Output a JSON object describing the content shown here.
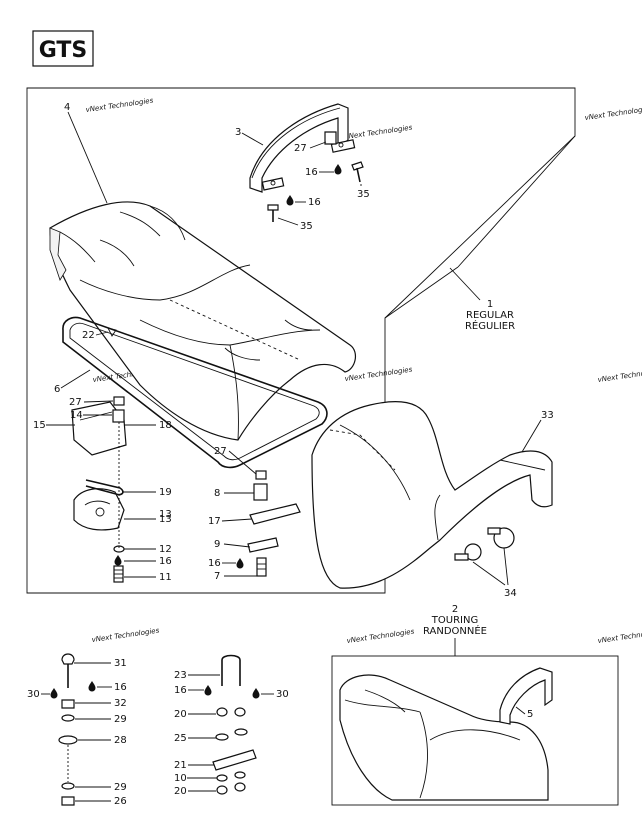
{
  "model_badge": "GTS",
  "watermark": "vNext Technologies",
  "callouts": {
    "c1": "1",
    "c1_l1": "REGULAR",
    "c1_l2": "RÉGULIER",
    "c2": "2",
    "c2_l1": "TOURING",
    "c2_l2": "RANDONNÉE",
    "c3": "3",
    "c4": "4",
    "c5": "5",
    "c6": "6",
    "c7": "7",
    "c8": "8",
    "c9": "9",
    "c10": "10",
    "c11": "11",
    "c12": "12",
    "c13a": "13",
    "c13b": "13",
    "c14": "14",
    "c15": "15",
    "c16a": "16",
    "c16b": "16",
    "c16c": "16",
    "c16d": "16",
    "c16e": "16",
    "c16f": "16",
    "c17": "17",
    "c18": "18",
    "c19": "19",
    "c20a": "20",
    "c20b": "20",
    "c21": "21",
    "c22": "22",
    "c23": "23",
    "c25": "25",
    "c26": "26",
    "c27a": "27",
    "c27b": "27",
    "c27c": "27",
    "c28": "28",
    "c29a": "29",
    "c29b": "29",
    "c30a": "30",
    "c30b": "30",
    "c31": "31",
    "c32": "32",
    "c33": "33",
    "c34": "34",
    "c35a": "35",
    "c35b": "35"
  }
}
